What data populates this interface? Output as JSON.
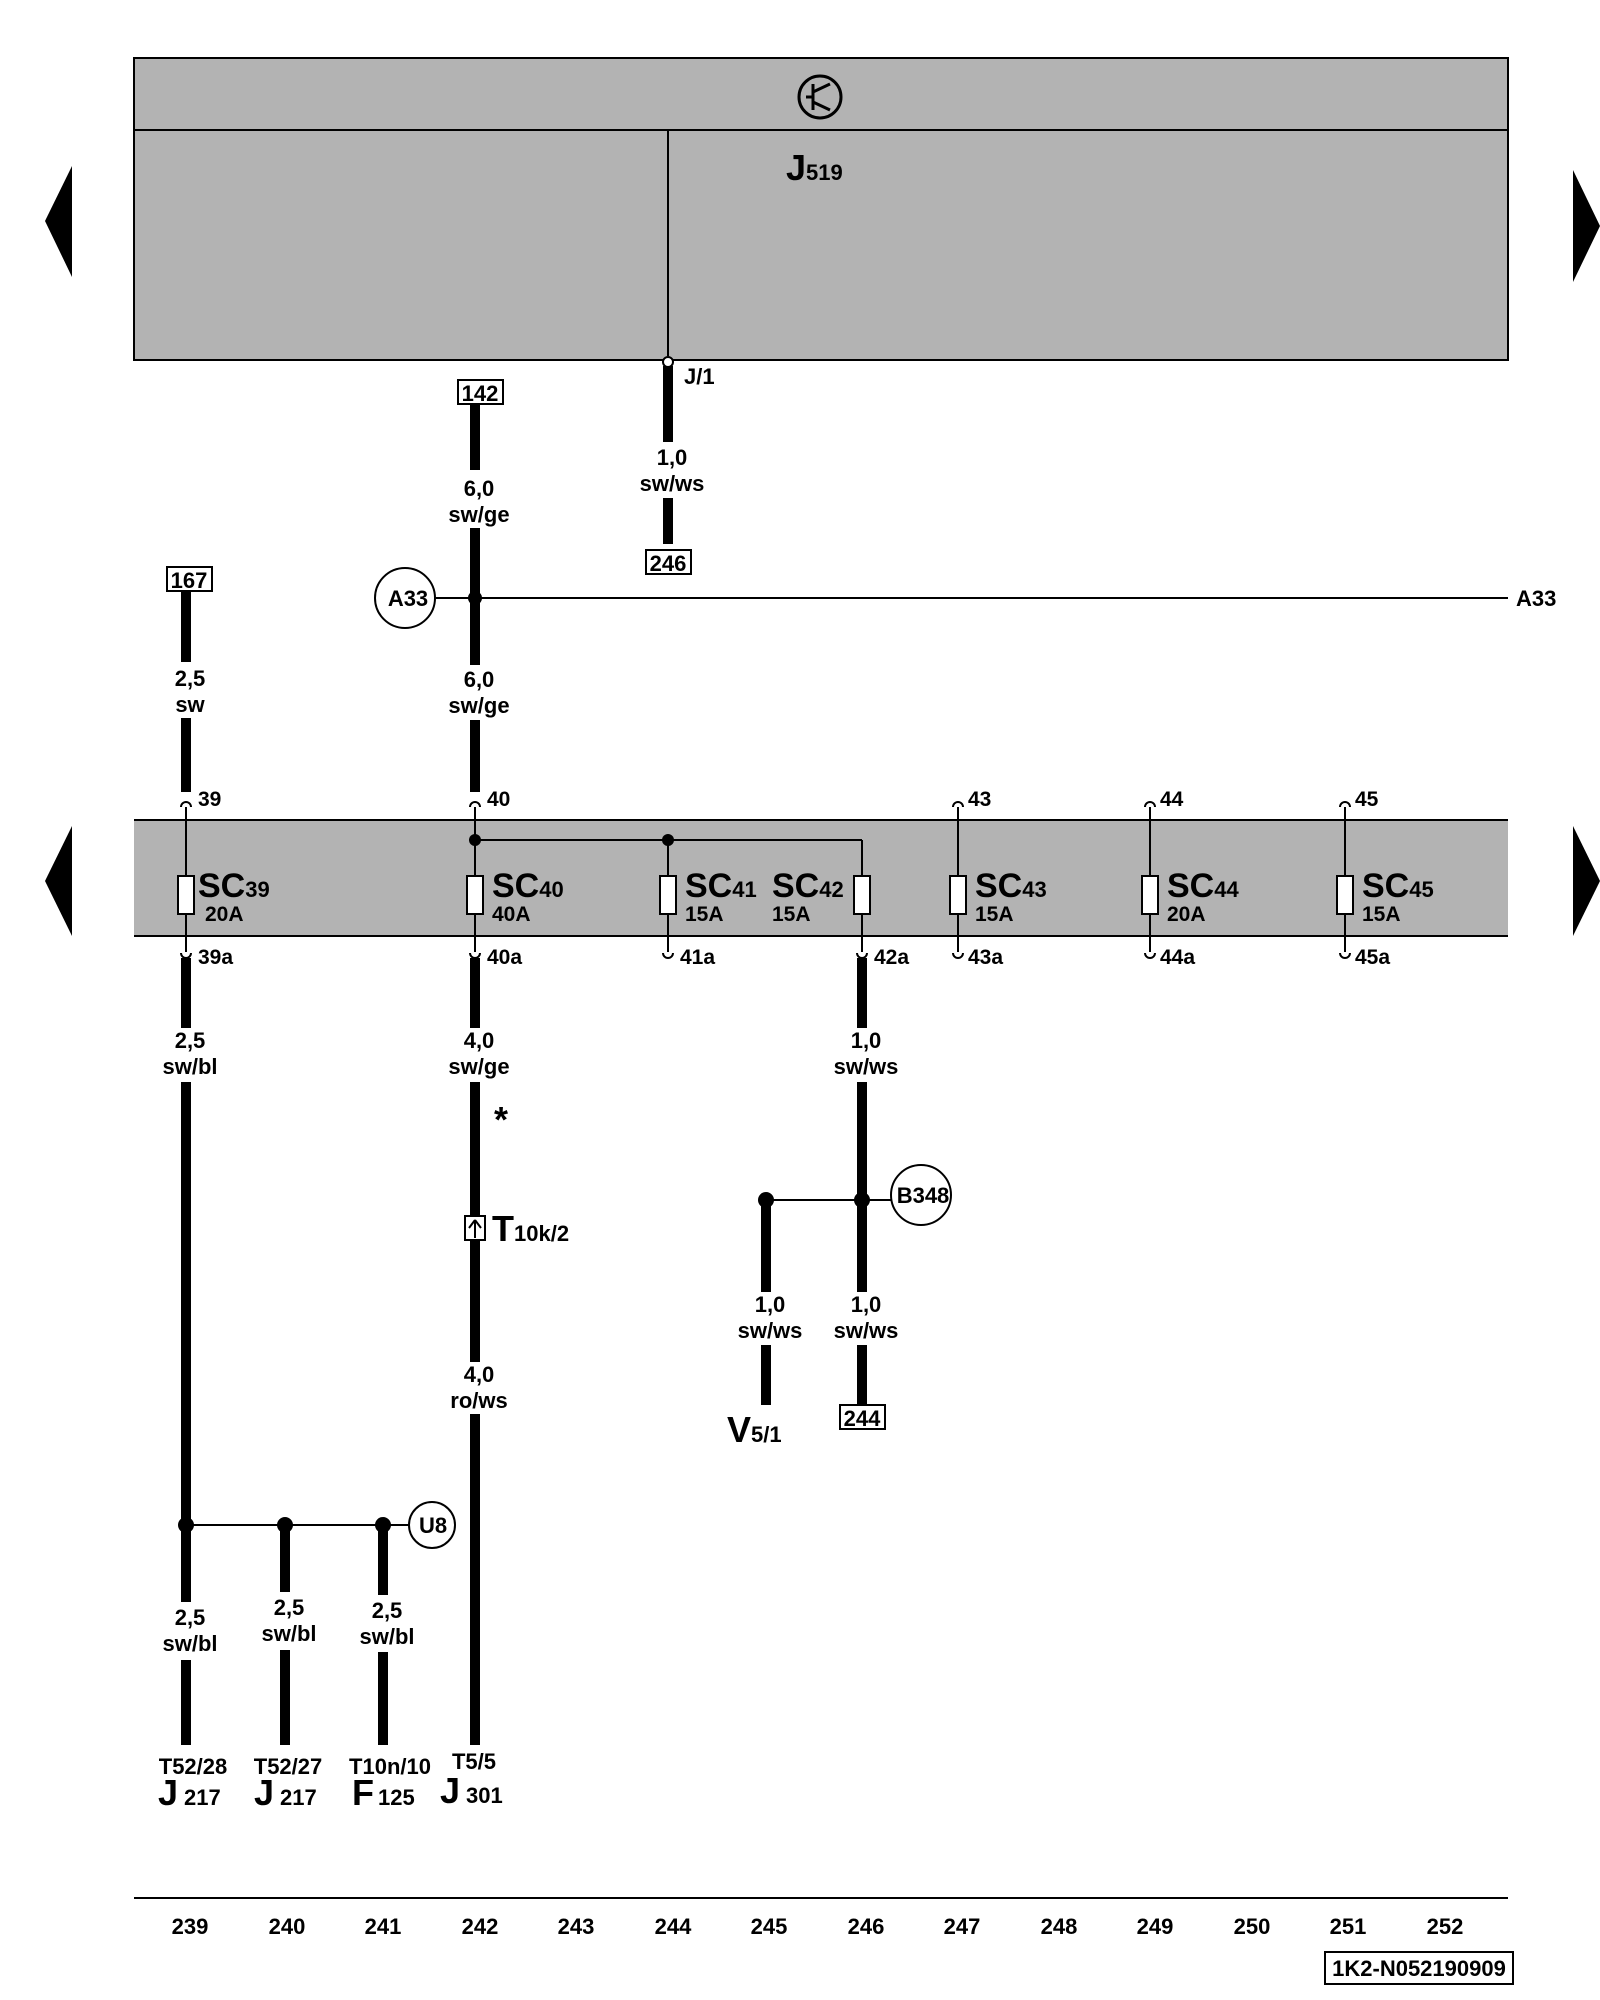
{
  "module": {
    "name": "J",
    "sub": "519",
    "pin": "J/1"
  },
  "fuse_block": {
    "top_terminals": [
      "39",
      "40",
      "43",
      "44",
      "45"
    ],
    "fuses": [
      {
        "label": "SC",
        "num": "39",
        "amp": "20A"
      },
      {
        "label": "SC",
        "num": "40",
        "amp": "40A"
      },
      {
        "label": "SC",
        "num": "41",
        "amp": "15A"
      },
      {
        "label": "SC",
        "num": "42",
        "amp": "15A"
      },
      {
        "label": "SC",
        "num": "43",
        "amp": "15A"
      },
      {
        "label": "SC",
        "num": "44",
        "amp": "20A"
      },
      {
        "label": "SC",
        "num": "45",
        "amp": "15A"
      }
    ],
    "bottom_terminals": [
      "39a",
      "40a",
      "41a",
      "42a",
      "43a",
      "44a",
      "45a"
    ]
  },
  "refs": [
    "142",
    "246",
    "167",
    "244"
  ],
  "connections": [
    "A33",
    "U8",
    "B348"
  ],
  "a33_right_label": "A33",
  "wires": {
    "w142": {
      "size": "6,0",
      "color": "sw/ge"
    },
    "w246": {
      "size": "1,0",
      "color": "sw/ws"
    },
    "w167": {
      "size": "2,5",
      "color": "sw"
    },
    "w40top": {
      "size": "6,0",
      "color": "sw/ge"
    },
    "w39a": {
      "size": "2,5",
      "color": "sw/bl"
    },
    "w40a": {
      "size": "4,0",
      "color": "sw/ge"
    },
    "w42a": {
      "size": "1,0",
      "color": "sw/ws"
    },
    "wT10": {
      "size": "4,0",
      "color": "ro/ws"
    },
    "wV5": {
      "size": "1,0",
      "color": "sw/ws"
    },
    "w244": {
      "size": "1,0",
      "color": "sw/ws"
    },
    "wJ217a": {
      "size": "2,5",
      "color": "sw/bl"
    },
    "wJ217b": {
      "size": "2,5",
      "color": "sw/bl"
    },
    "wF125": {
      "size": "2,5",
      "color": "sw/bl"
    }
  },
  "asterisk": "*",
  "connector_t10k": {
    "main": "T",
    "sub": "10k/2"
  },
  "component_v5": {
    "main": "V",
    "sub": "5/1"
  },
  "terminals": [
    {
      "pin": "T52/28",
      "comp": "J",
      "sub": "217"
    },
    {
      "pin": "T52/27",
      "comp": "J",
      "sub": "217"
    },
    {
      "pin": "T10n/10",
      "comp": "F",
      "sub": "125"
    },
    {
      "pin": "T5/5",
      "comp": "J",
      "sub": "301"
    }
  ],
  "footer_numbers": [
    "239",
    "240",
    "241",
    "242",
    "243",
    "244",
    "245",
    "246",
    "247",
    "248",
    "249",
    "250",
    "251",
    "252"
  ],
  "doc_code": "1K2-N052190909",
  "colors": {
    "panel": "#b3b3b3",
    "line": "#000000"
  },
  "icons": {
    "nav_left": "triangle-left-icon",
    "nav_right": "triangle-right-icon",
    "module_symbol": "transistor-symbol-icon"
  }
}
